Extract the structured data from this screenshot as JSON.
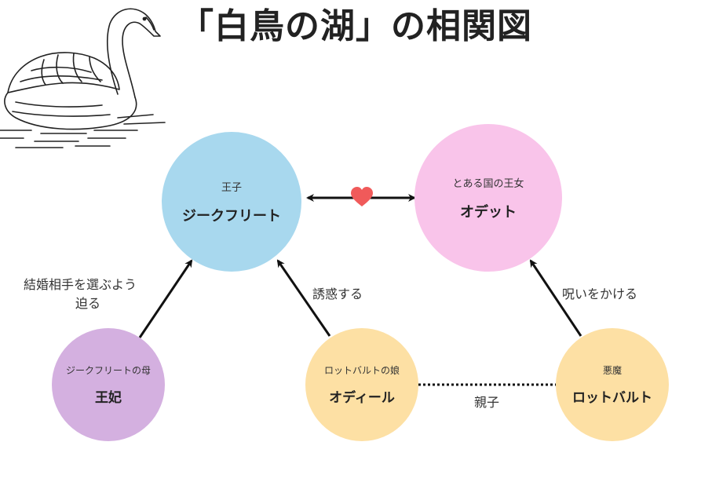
{
  "title": "「白鳥の湖」の相関図",
  "nodes": {
    "siegfried": {
      "role": "王子",
      "name": "ジークフリート",
      "color": "#a8d8ee"
    },
    "odette": {
      "role": "とある国の王女",
      "name": "オデット",
      "color": "#f9c4ea"
    },
    "queen": {
      "role": "ジークフリートの母",
      "name": "王妃",
      "color": "#d4b0e0"
    },
    "odile": {
      "role": "ロットバルトの娘",
      "name": "オディール",
      "color": "#fde0a4"
    },
    "rothbart": {
      "role": "悪魔",
      "name": "ロットバルト",
      "color": "#fde0a4"
    }
  },
  "relations": {
    "queen_to_siegfried": {
      "line1": "結婚相手を選ぶよう",
      "line2": "迫る"
    },
    "odile_to_siegfried": "誘惑する",
    "rothbart_to_odette": "呪いをかける",
    "odile_rothbart": "親子"
  },
  "colors": {
    "heart": "#f05a5a",
    "arrow": "#111111"
  }
}
